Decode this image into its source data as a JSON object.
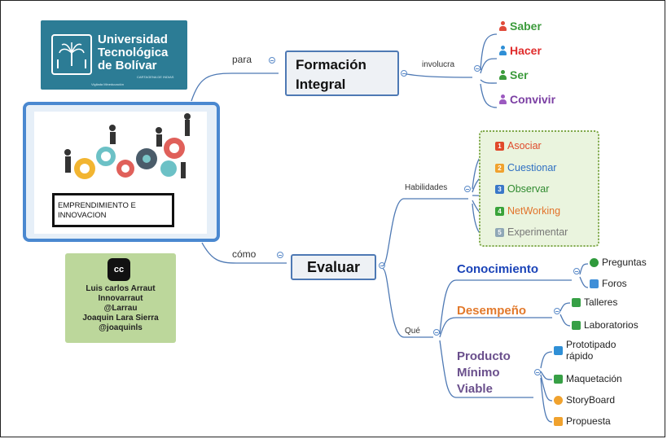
{
  "logo": {
    "lines": [
      "Universidad",
      "Tecnológica",
      "de Bolívar"
    ],
    "city": "CARTAGENA DE INDIAS",
    "note": "Vigilada Mineducación"
  },
  "central": {
    "caption": [
      "EMPRENDIMIENTO E",
      "INNOVACION"
    ]
  },
  "credits": {
    "cc": "cc",
    "lines": [
      "Luis carlos Arraut",
      "Innovarraut",
      "@Larrau",
      "Joaquin Lara Sierra",
      "@joaquinls"
    ]
  },
  "labels": {
    "para": "para",
    "como": "cómo",
    "involucra": "involucra",
    "habilidades": "Habilidades",
    "que": "Qué"
  },
  "topics": {
    "formacion": [
      "Formación",
      "Integral"
    ],
    "evaluar": "Evaluar"
  },
  "formacion_items": [
    {
      "label": "Saber",
      "color": "#3c9b3c",
      "icon": "person-icon",
      "icon_color": "#e04a3a"
    },
    {
      "label": "Hacer",
      "color": "#e02c2c",
      "icon": "person-icon",
      "icon_color": "#2f8fd6"
    },
    {
      "label": "Ser",
      "color": "#3c9b3c",
      "icon": "person-icon",
      "icon_color": "#3c9b3c"
    },
    {
      "label": "Convivir",
      "color": "#7b3fa3",
      "icon": "person-icon",
      "icon_color": "#9c5ac0"
    }
  ],
  "skills": [
    {
      "n": "1",
      "label": "Asociar",
      "color": "#e0492b"
    },
    {
      "n": "2",
      "label": "Cuestionar",
      "color": "#2f6fc2",
      "num_color": "#f0a22e"
    },
    {
      "n": "3",
      "label": "Observar",
      "color": "#2f8a2f",
      "num_color": "#3a78c8"
    },
    {
      "n": "4",
      "label": "NetWorking",
      "color": "#e2732b",
      "num_color": "#3aa33a"
    },
    {
      "n": "5",
      "label": "Experimentar",
      "color": "#777777",
      "num_color": "#8fa7b6"
    }
  ],
  "que": [
    {
      "label": [
        "Conocimiento"
      ],
      "color": "#1a43b8",
      "items": [
        {
          "label": "Preguntas",
          "icon": "check-icon",
          "icon_color": "#2f9a3c"
        },
        {
          "label": "Foros",
          "icon": "people-icon",
          "icon_color": "#3f8fd8"
        }
      ]
    },
    {
      "label": [
        "Desempeño"
      ],
      "color": "#e2792b",
      "items": [
        {
          "label": "Talleres",
          "icon": "image-icon",
          "icon_color": "#37a046"
        },
        {
          "label": "Laboratorios",
          "icon": "chart-icon",
          "icon_color": "#37a046"
        }
      ]
    },
    {
      "label": [
        "Producto",
        "Mínimo",
        "Viable"
      ],
      "color": "#6a4f8c",
      "items": [
        {
          "label": "Prototipado rápido",
          "icon": "x-icon",
          "icon_color": "#2f8fd6"
        },
        {
          "label": "Maquetación",
          "icon": "pencil-icon",
          "icon_color": "#37a046"
        },
        {
          "label": "StoryBoard",
          "icon": "smile-icon",
          "icon_color": "#f0a22e"
        },
        {
          "label": "Propuesta",
          "icon": "doc-icon",
          "icon_color": "#f0a22e"
        }
      ]
    }
  ]
}
